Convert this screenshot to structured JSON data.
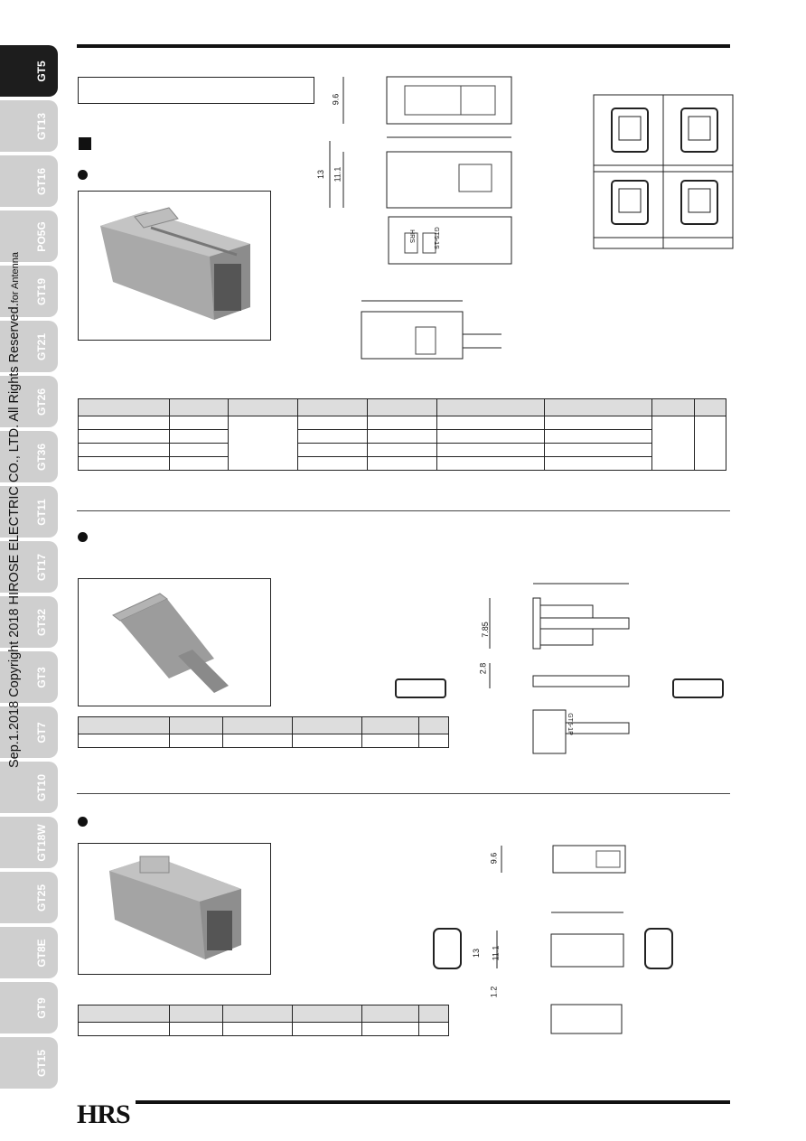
{
  "side_tabs": [
    "GT5",
    "GT13",
    "GT16",
    "PO5G",
    "GT19",
    "GT21",
    "GT26",
    "GT36",
    "GT11",
    "GT17",
    "GT32",
    "GT3",
    "GT7",
    "GT10",
    "GT18W",
    "GT25",
    "GT8E",
    "GT9",
    "GT15"
  ],
  "copyright": "Sep.1.2018  Copyright 2018 HIROSE ELECTRIC CO., LTD. All Rights Reserved.",
  "side_label": "for Antenna",
  "brand": "HRS",
  "dims": {
    "d1_h": "9.6",
    "d1_13": "13",
    "d1_111": "11.1",
    "d2_785": "7.85",
    "d2_28": "2.8",
    "d3_96": "9.6",
    "d3_13": "13",
    "d3_111": "11.1",
    "d3_12": "1.2"
  },
  "marks": {
    "m1": "HRS",
    "m2": "GT5-1S",
    "m3": "GT5-1P"
  },
  "colors": {
    "tab": "#cfcfcf",
    "tab_active": "#1d1d1d",
    "photo_body": "#9a9a9a"
  }
}
